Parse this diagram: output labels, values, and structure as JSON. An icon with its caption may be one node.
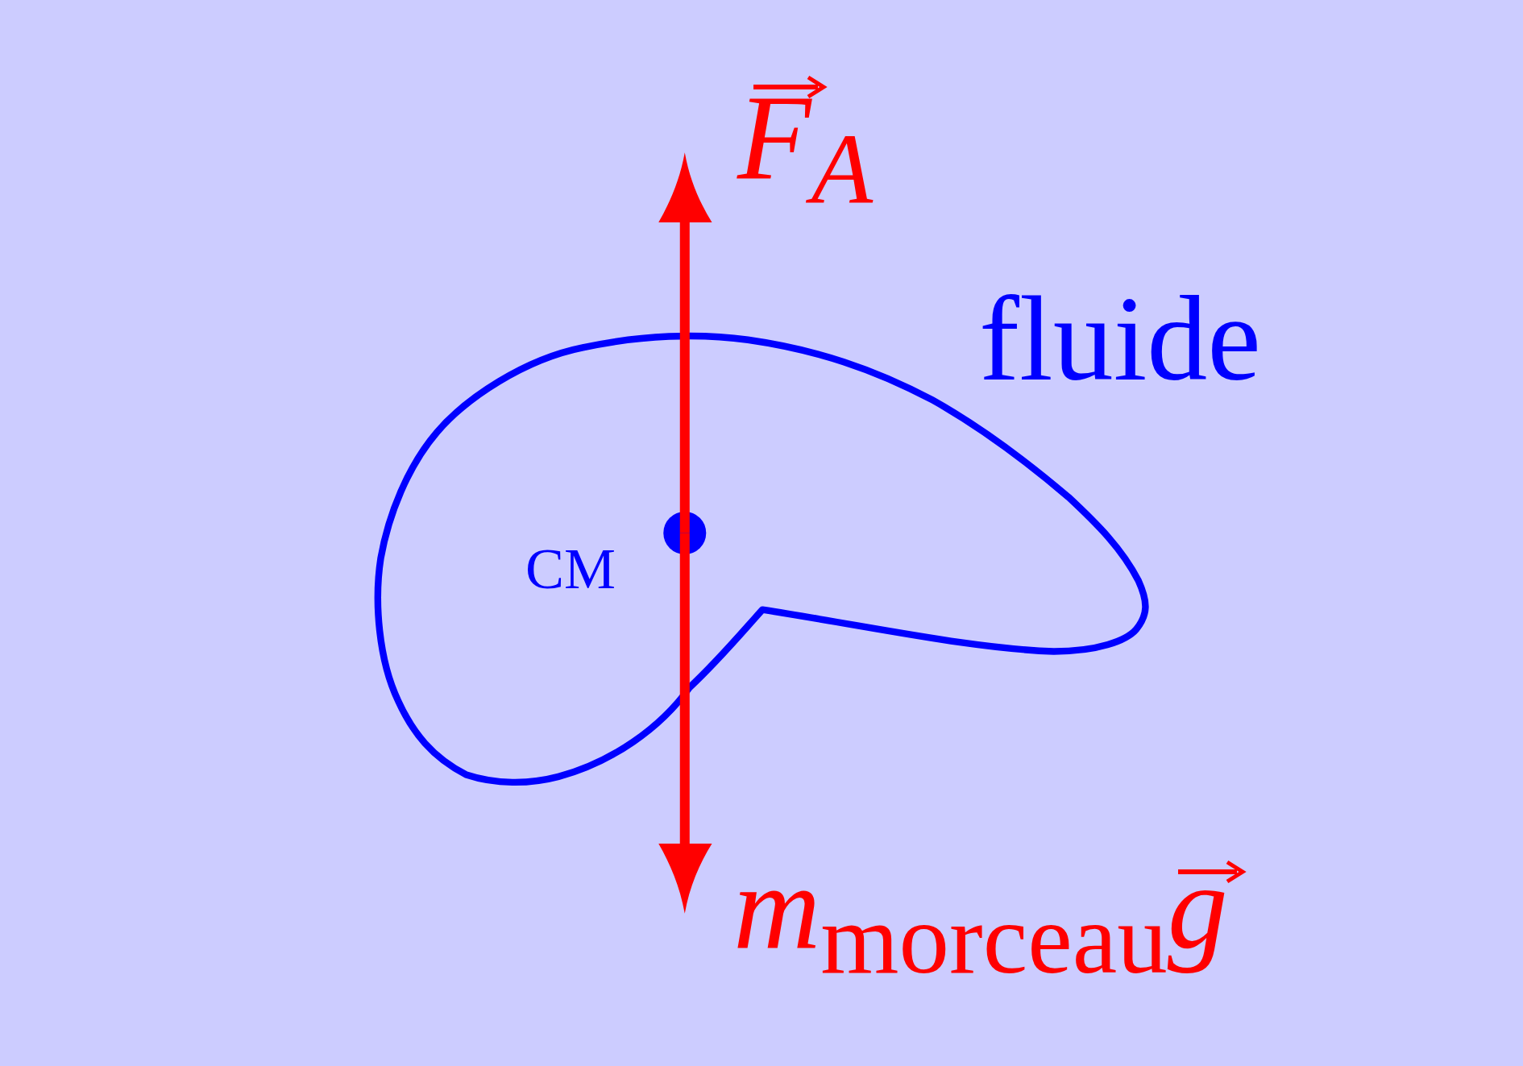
{
  "diagram": {
    "labels": [
      "F$_{A}$",
      "fluide",
      "CM",
      "*m*$_{morceau}$*g*"
    ]
  }
}
